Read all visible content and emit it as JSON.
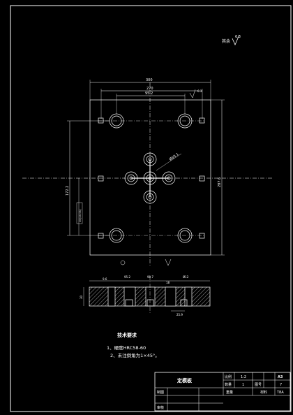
{
  "roughness": {
    "label": "其余",
    "value": "6.3"
  },
  "dimensions": {
    "total_width": "300",
    "inner_width": "270",
    "center_width": "95.2",
    "height": "287.6",
    "left_height": "172.2",
    "left_small": "10(±0.01)",
    "diag": "Ø60.1",
    "top_small": "6.3"
  },
  "section_dims": {
    "d1": "9.6",
    "d2": "95.2",
    "d3": "90.7",
    "d4": "Ø12",
    "d5": "30",
    "d6": "18",
    "d7": "25.9"
  },
  "notes": {
    "title": "技术要求",
    "items": [
      "1、硬度HRC58-60",
      "2、未注倒角为1×45°。"
    ]
  },
  "title_block": {
    "part_name": "定模板",
    "scale_label": "比例",
    "scale_value": "1:2",
    "sheet_label": "A3",
    "qty_label": "数量",
    "qty_value": "1",
    "drawing_label": "图号",
    "drawing_value": "7",
    "weight_label": "重量",
    "material_label": "材料",
    "material_value": "T8A",
    "designer_label": "制图",
    "checker_label": "审核"
  }
}
